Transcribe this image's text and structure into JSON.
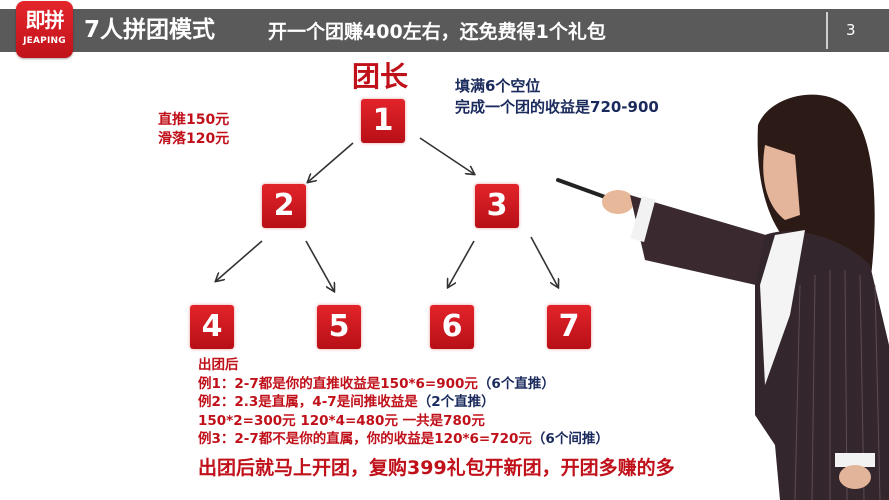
{
  "header": {
    "logo": {
      "cn": "即拼",
      "en": "JEAPING"
    },
    "title": "7人拼团模式",
    "subtitle": "开一个团赚400左右，还免费得1个礼包",
    "page_number": "3"
  },
  "diagram": {
    "leader_label": "团长",
    "commission": {
      "direct": "直推150元",
      "spillover": "滑落120元"
    },
    "summary": {
      "line1": "填满6个空位",
      "line2": "完成一个团的收益是720-900"
    },
    "nodes": [
      "1",
      "2",
      "3",
      "4",
      "5",
      "6",
      "7"
    ]
  },
  "notes": {
    "heading": "出团后",
    "example1_main": "例1：2-7都是你的直推收益是150*6=900元",
    "example1_paren": "（6个直推）",
    "example2_main": "例2：2.3是直属，4-7是间推收益是",
    "example2_paren": "（2个直推）",
    "example2_calc": "150*2=300元 120*4=480元  一共是780元",
    "example3_main": "例3：2-7都不是你的直属，你的收益是120*6=720元",
    "example3_paren": "（6个间推）",
    "final": "出团后就马上开团，复购399礼包开新团，开团多赚的多"
  },
  "colors": {
    "header_bg": "#5a5a5a",
    "brand_red": "#d71920",
    "text_red": "#c0101a",
    "text_navy": "#1a2a5c"
  }
}
